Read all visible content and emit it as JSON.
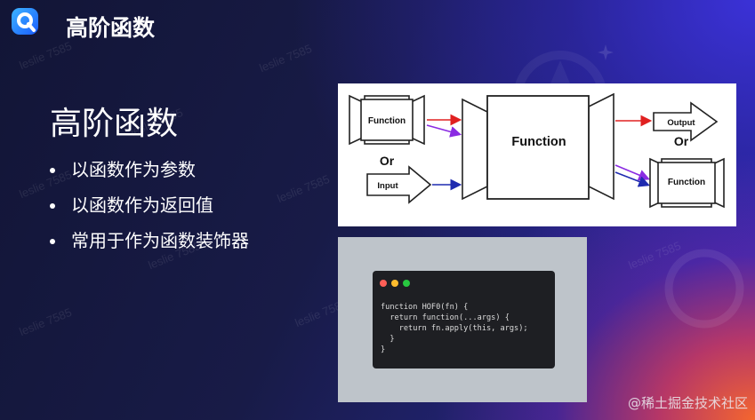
{
  "header": {
    "title": "高阶函数"
  },
  "main": {
    "title": "高阶函数",
    "bullets": [
      "以函数作为参数",
      "以函数作为返回值",
      "常用于作为函数装饰器"
    ]
  },
  "diagram": {
    "input_function": "Function",
    "or_left": "Or",
    "input": "Input",
    "center_function": "Function",
    "output": "Output",
    "or_right": "Or",
    "output_function": "Function"
  },
  "code": {
    "window_dots": [
      "#ff5f57",
      "#febc2e",
      "#28c840"
    ],
    "lines": [
      "function HOF0(fn) {",
      "  return function(...args) {",
      "    return fn.apply(this, args);",
      "  }",
      "}"
    ]
  },
  "watermark": "leslie 7585",
  "credit": "@稀土掘金技术社区",
  "colors": {
    "arrow_red": "#e02020",
    "arrow_purple": "#8a2be2",
    "arrow_blue": "#1f2bb0"
  }
}
